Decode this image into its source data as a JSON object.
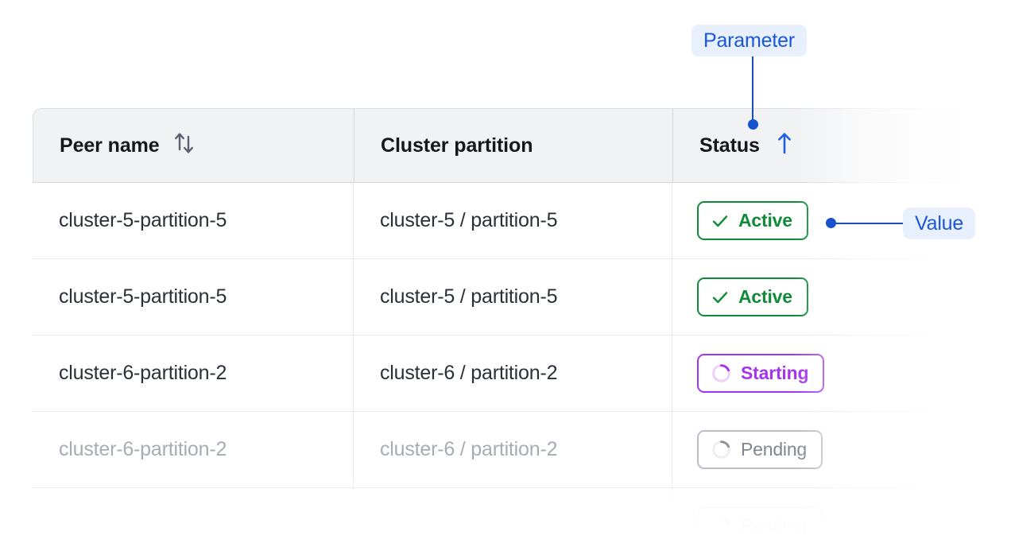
{
  "table": {
    "columns": [
      {
        "key": "peer_name",
        "label": "Peer name",
        "sort_icon": "sort-both-icon",
        "sorted": false
      },
      {
        "key": "cluster_partition",
        "label": "Cluster partition",
        "sort_icon": null,
        "sorted": false
      },
      {
        "key": "status",
        "label": "Status",
        "sort_icon": "sort-up-icon",
        "sorted": true
      }
    ],
    "rows": [
      {
        "peer_name": "cluster-5-partition-5",
        "cluster_partition": "cluster-5 / partition-5",
        "status": "Active",
        "status_kind": "active",
        "status_icon": "check-icon",
        "dimmed": false,
        "ghost": false
      },
      {
        "peer_name": "cluster-5-partition-5",
        "cluster_partition": "cluster-5 / partition-5",
        "status": "Active",
        "status_kind": "active",
        "status_icon": "check-icon",
        "dimmed": false,
        "ghost": false
      },
      {
        "peer_name": "cluster-6-partition-2",
        "cluster_partition": "cluster-6 / partition-2",
        "status": "Starting",
        "status_kind": "starting",
        "status_icon": "spinner-icon",
        "dimmed": false,
        "ghost": false
      },
      {
        "peer_name": "cluster-6-partition-2",
        "cluster_partition": "cluster-6 / partition-2",
        "status": "Pending",
        "status_kind": "pending",
        "status_icon": "spinner-icon",
        "dimmed": true,
        "ghost": false
      },
      {
        "peer_name": "",
        "cluster_partition": "",
        "status": "Pending",
        "status_kind": "pending",
        "status_icon": "spinner-icon",
        "dimmed": true,
        "ghost": true
      }
    ]
  },
  "annotations": {
    "parameter": {
      "label": "Parameter",
      "color": "#1a56d6",
      "background": "#e8f0fe"
    },
    "value": {
      "label": "Value",
      "color": "#1a56d6",
      "background": "#e8f0fe"
    }
  },
  "colors": {
    "accent_blue": "#1852cc",
    "active_green": "#108a36",
    "starting_purple": "#a435ef",
    "pending_gray": "#80868f",
    "header_bg": "#f1f2f4",
    "border": "#e6e8ea"
  }
}
